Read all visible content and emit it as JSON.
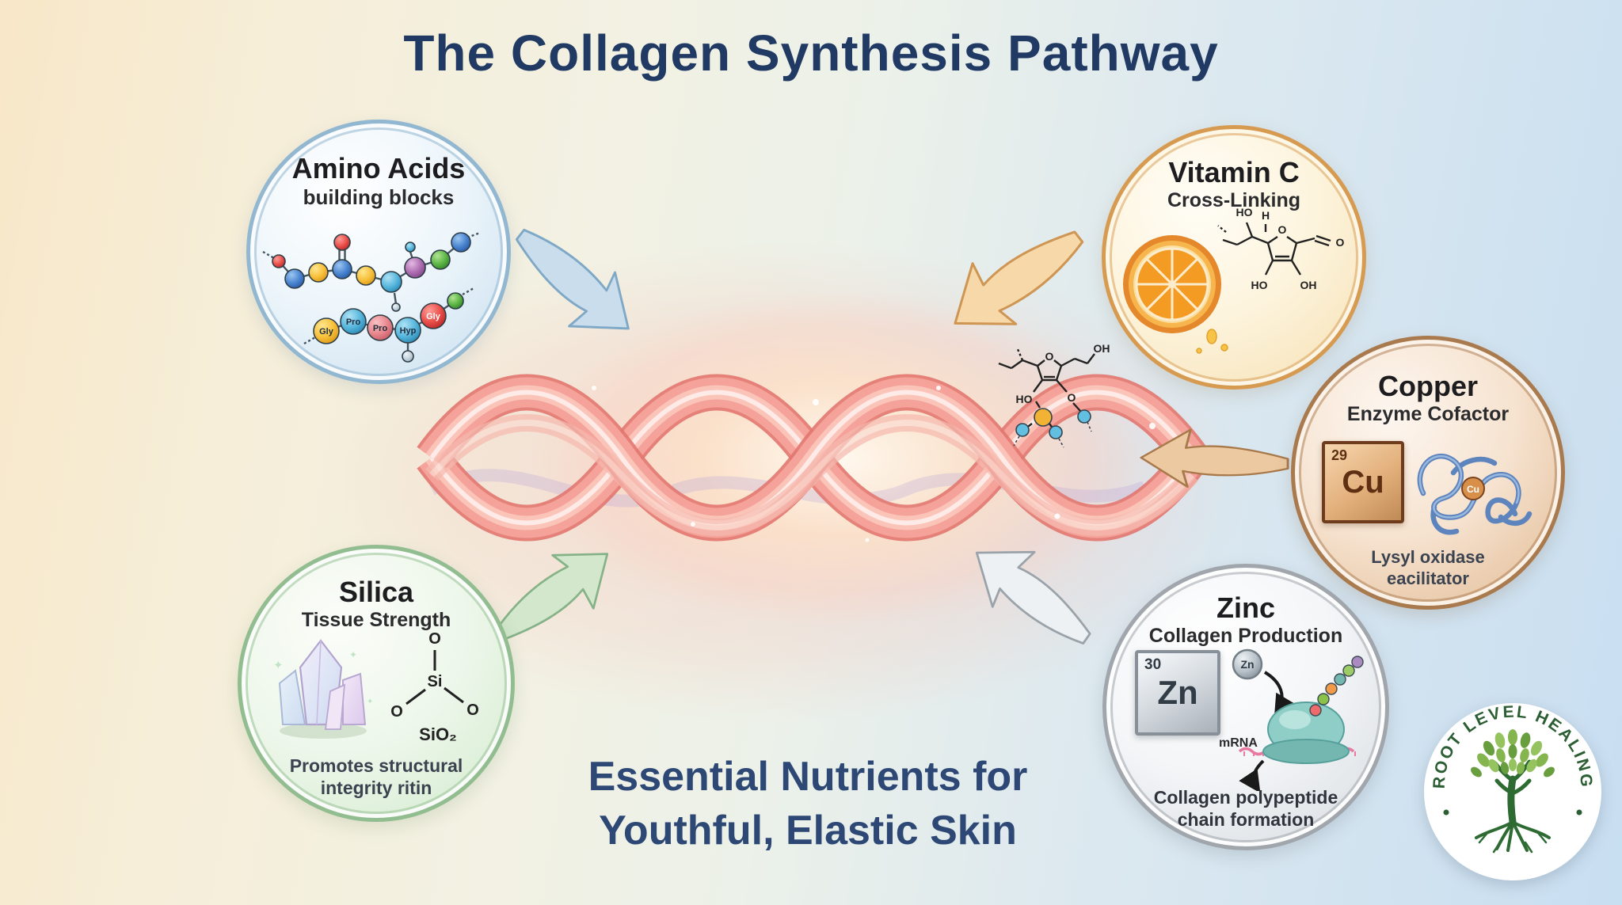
{
  "header": {
    "title": "The Collagen Synthesis Pathway"
  },
  "footer": {
    "tagline_line1": "Essential Nutrients for",
    "tagline_line2": "Youthful, Elastic Skin"
  },
  "nodes": {
    "amino_acids": {
      "title": "Amino Acids",
      "subtitle": "building blocks",
      "chain_beads": [
        "Gly",
        "Pro",
        "Pro",
        "Hyp",
        "Gly"
      ]
    },
    "vitamin_c": {
      "title": "Vitamin C",
      "subtitle": "Cross-Linking",
      "structure_labels": {
        "ho_top": "HO",
        "h": "H",
        "o_ring": "O",
        "o_carbonyl": "O",
        "ho_bottom": "HO",
        "oh_bottom": "OH"
      }
    },
    "copper": {
      "title": "Copper",
      "subtitle": "Enzyme Cofactor",
      "element": {
        "atomic_number": "29",
        "symbol": "Cu"
      },
      "protein_ion_label": "Cu",
      "caption_line1": "Lysyl oxidase",
      "caption_line2": "eacilitator"
    },
    "silica": {
      "title": "Silica",
      "subtitle": "Tissue Strength",
      "structure": {
        "o_top": "O",
        "si": "Si",
        "o_left": "O",
        "o_right": "O",
        "formula": "SiO₂"
      },
      "caption_line1": "Promotes structural",
      "caption_line2": "integrity ritin"
    },
    "zinc": {
      "title": "Zinc",
      "subtitle": "Collagen Production",
      "element": {
        "atomic_number": "30",
        "symbol": "Zn"
      },
      "ion_label": "Zn",
      "mrna_label": "mRNA",
      "caption_line1": "Collagen polypeptide",
      "caption_line2": "chain formation"
    }
  },
  "center_molecule": {
    "oh": "OH",
    "ho": "HO",
    "o": "O"
  },
  "logo": {
    "arc_text": "ROOT LEVEL HEALING"
  },
  "colors": {
    "title_navy": "#203a64",
    "tagline_navy": "#2e4876",
    "amino_ring": "#92b7d0",
    "vitamin_c_ring": "#d69a50",
    "copper_ring": "#a97a4e",
    "silica_ring": "#92bd90",
    "zinc_ring": "#a0a6ac",
    "helix_pink": "#f49e95",
    "logo_green": "#2e6b33"
  }
}
